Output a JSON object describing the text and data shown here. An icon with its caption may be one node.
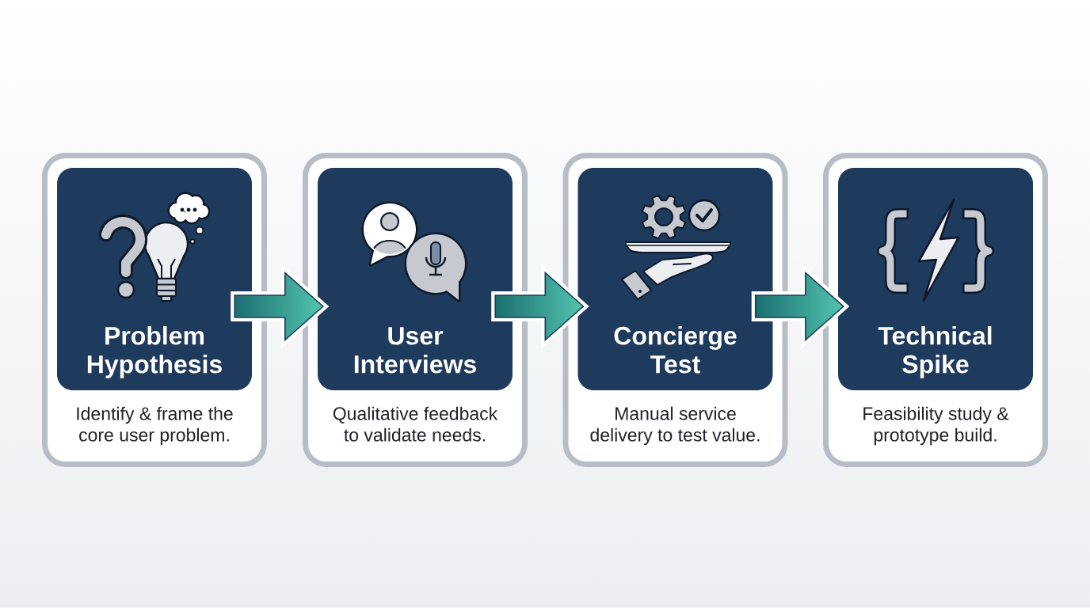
{
  "diagram": {
    "nodes": [
      {
        "text": [
          "Identify & frame the core user problem."
        ]
      },
      {
        "text": [
          "Problem Hypothesis"
        ],
        "in": 0
      },
      {
        "text": [
          "Qualitative feedback to validate needs."
        ]
      },
      {
        "text": [
          "User Interviews"
        ],
        "in": 2
      },
      {
        "text": [
          "Manual service delivery to test value."
        ]
      },
      {
        "text": [
          "Concierge Test"
        ],
        "in": 4
      },
      {
        "text": [
          "Feasibility study & prototype build."
        ]
      },
      {
        "text": [
          "Technical Spike"
        ],
        "in": 6
      }
    ],
    "edges": [
      {
        "from": 1,
        "to": 3,
        "arrow": "to"
      },
      {
        "from": 3,
        "to": 5,
        "arrow": "to"
      },
      {
        "from": 5,
        "to": 7,
        "arrow": "to"
      }
    ]
  }
}
